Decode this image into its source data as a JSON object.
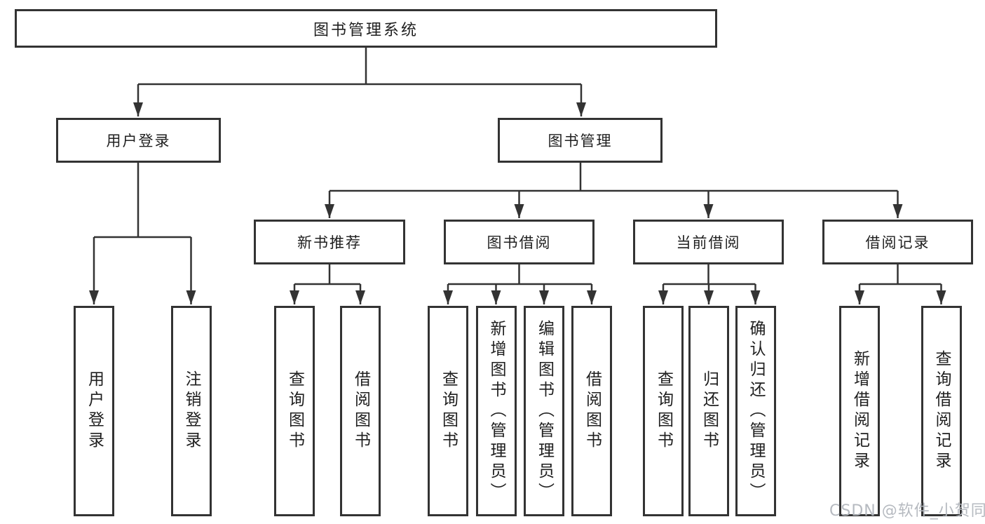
{
  "diagram": {
    "root": {
      "label": "图书管理系统"
    },
    "level2": [
      {
        "label": "用户登录"
      },
      {
        "label": "图书管理"
      }
    ],
    "level3": [
      {
        "label": "新书推荐"
      },
      {
        "label": "图书借阅"
      },
      {
        "label": "当前借阅"
      },
      {
        "label": "借阅记录"
      }
    ],
    "leaves": [
      {
        "label": "用户登录"
      },
      {
        "label": "注销登录"
      },
      {
        "label": "查询图书"
      },
      {
        "label": "借阅图书"
      },
      {
        "label": "查询图书"
      },
      {
        "label": "新增图书（管理员）"
      },
      {
        "label": "编辑图书（管理员）"
      },
      {
        "label": "借阅图书"
      },
      {
        "label": "查询图书"
      },
      {
        "label": "归还图书"
      },
      {
        "label": "确认归还（管理员）"
      },
      {
        "label": "新增借阅记录"
      },
      {
        "label": "查询借阅记录"
      }
    ],
    "colors": {
      "line": "#333333",
      "border": "#333333",
      "text": "#1f1f1f",
      "box_background": "#ffffff",
      "watermark": "#b2b6bd"
    }
  },
  "watermark": {
    "text": "CSDN @软件_小贺同学"
  }
}
